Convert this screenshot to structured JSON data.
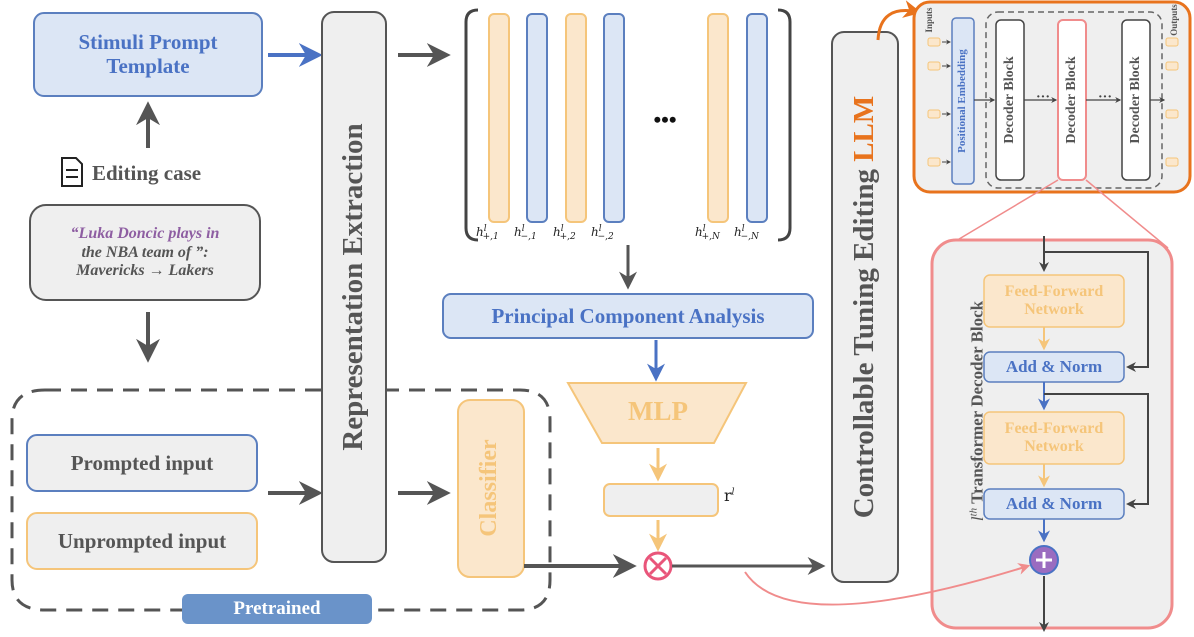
{
  "stimuli_prompt": "Stimuli Prompt Template",
  "editing_case": "Editing case",
  "example": {
    "line1": "“Luka Doncic plays in",
    "line2": "the NBA team of ”:",
    "line3": "Mavericks → Lakers"
  },
  "prompted_input": "Prompted input",
  "unprompted_input": "Unprompted input",
  "pretrained": "Pretrained",
  "representation_extraction": "Representation Extraction",
  "classifier": "Classifier",
  "hidden_states": [
    {
      "sign": "+",
      "idx": "1"
    },
    {
      "sign": "−",
      "idx": "1"
    },
    {
      "sign": "+",
      "idx": "2"
    },
    {
      "sign": "−",
      "idx": "2"
    },
    {
      "sign": "+",
      "idx": "N"
    },
    {
      "sign": "−",
      "idx": "N"
    }
  ],
  "ellipsis": "•••",
  "pca": "Principal Component Analysis",
  "mlp": "MLP",
  "r_label": "r",
  "controllable": "Controllable Tuning Editing",
  "llm": "LLM",
  "llm_box": {
    "inputs": "Inputs",
    "outputs": "Outputs",
    "positional_embedding": "Positional Embedding",
    "decoder_block": "Decoder Block",
    "dots": "···"
  },
  "transformer_block": {
    "title_sup": "th",
    "title": "Transformer Decoder Block",
    "ffn": "Feed-Forward Network",
    "add_norm": "Add & Norm"
  },
  "colors": {
    "blue_fill": "#dce6f5",
    "blue_stroke": "#5b7fbf",
    "orange_fill": "#fbe7cc",
    "orange_stroke": "#f5c57a",
    "orange_accent": "#e8731d",
    "gray_fill": "#efefef",
    "gray_stroke": "#555555",
    "pink_stroke": "#f08c8c",
    "purple": "#8e5ea2",
    "pretrained_fill": "#6a93c9"
  }
}
